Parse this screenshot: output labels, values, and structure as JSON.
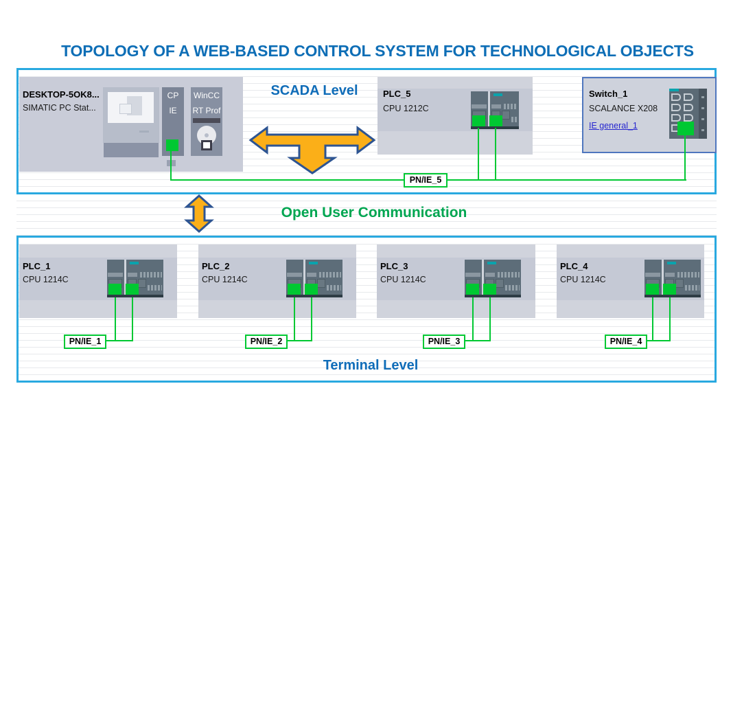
{
  "title": "TOPOLOGY OF A WEB-BASED CONTROL SYSTEM FOR TECHNOLOGICAL OBJECTS",
  "scada": {
    "section_label": "SCADA Level",
    "pc_station": {
      "name": "DESKTOP-5OK8...",
      "type": "SIMATIC PC Stat...",
      "cp_module": {
        "line1": "CP",
        "line2": "IE"
      },
      "wincc_module": {
        "line1": "WinCC",
        "line2": "RT Prof"
      }
    },
    "plc5": {
      "name": "PLC_5",
      "type": "CPU 1212C"
    },
    "switch": {
      "name": "Switch_1",
      "type": "SCALANCE X208",
      "interface_link": "IE general_1"
    },
    "subnet_label": "PN/IE_5"
  },
  "middle": {
    "label": "Open User Communication"
  },
  "terminal": {
    "section_label": "Terminal Level",
    "plcs": [
      {
        "name": "PLC_1",
        "type": "CPU 1214C",
        "subnet": "PN/IE_1"
      },
      {
        "name": "PLC_2",
        "type": "CPU 1214C",
        "subnet": "PN/IE_2"
      },
      {
        "name": "PLC_3",
        "type": "CPU 1214C",
        "subnet": "PN/IE_3"
      },
      {
        "name": "PLC_4",
        "type": "CPU 1214C",
        "subnet": "PN/IE_4"
      }
    ]
  },
  "colors": {
    "title_blue": "#0e6eb6",
    "section_blue": "#0f6cb8",
    "comm_green": "#00a651",
    "box_border_cyan": "#29a9e0",
    "line_green": "#00c832",
    "arrow_fill": "#fbaf18",
    "arrow_outline": "#2d5492",
    "device_bg": "#d0d3dc",
    "switch_border": "#4f76be",
    "link_blue": "#2626cf"
  }
}
